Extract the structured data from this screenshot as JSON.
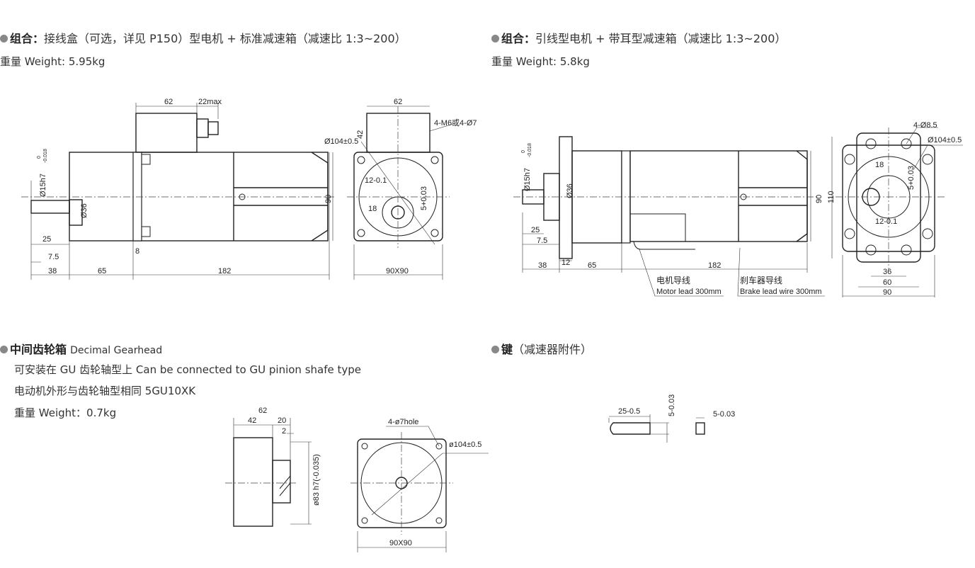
{
  "section1": {
    "label": "组合：",
    "title": "接线盒（可选，详见 P150）型电机 + 标准减速箱（减速比 1:3~200）",
    "weight": "重量 Weight: 5.95kg",
    "dims": {
      "box_width": "62",
      "gland": "22max",
      "shaft_dia": "Ø15h7",
      "shaft_tol_up": "0",
      "shaft_tol_low": "-0.018",
      "boss_dia": "Ø36",
      "d25": "25",
      "d7_5": "7.5",
      "d8": "8",
      "d38": "38",
      "d65": "65",
      "d182": "182",
      "d90": "90"
    },
    "front": {
      "top": "62",
      "box_h": "42",
      "pcd": "Ø104±0.5",
      "holes": "4-M6或4-Ø7",
      "key_h": "12-0.1",
      "d18": "18",
      "key_w": "5+0.03",
      "size": "90X90"
    }
  },
  "section2": {
    "label": "组合：",
    "title": "引线型电机 + 带耳型减速箱（减速比 1:3~200）",
    "weight": "重量 Weight: 5.8kg",
    "dims": {
      "shaft_dia": "Ø15h7",
      "shaft_tol_up": "0",
      "shaft_tol_low": "-0.018",
      "boss_dia": "Ø36",
      "d25": "25",
      "d7_5": "7.5",
      "d12": "12",
      "d38": "38",
      "d65": "65",
      "d182": "182",
      "d90": "90",
      "d110": "110"
    },
    "leads": {
      "motor_cn": "电机导线",
      "motor_en": "Motor lead 300mm",
      "brake_cn": "刹车器导线",
      "brake_en": "Brake lead wire 300mm"
    },
    "front": {
      "holes": "4-Ø8.5",
      "pcd": "Ø104±0.5",
      "d18": "18",
      "key_w": "5+0.03",
      "key_h": "12-0.1",
      "d36": "36",
      "d60": "60",
      "d90": "90"
    }
  },
  "section3": {
    "label": "中间齿轮箱",
    "title": "Decimal Gearhead",
    "line1": "可安装在 GU 齿轮轴型上 Can be connected to GU pinion shafe type",
    "line2": "电动机外形与齿轮轴型相同 5GU10XK",
    "weight": "重量 Weight：0.7kg",
    "dims": {
      "d62": "62",
      "d42": "42",
      "d20": "20",
      "d2": "2",
      "shaft": "ø83 h7(-0.035)",
      "holes": "4-ø7hole",
      "pcd": "ø104±0.5",
      "size": "90X90"
    }
  },
  "section4": {
    "label": "键",
    "title": "（减速器附件）",
    "dims": {
      "len": "25-0.5",
      "w1": "5-0.03",
      "w2": "5-0.03"
    }
  }
}
